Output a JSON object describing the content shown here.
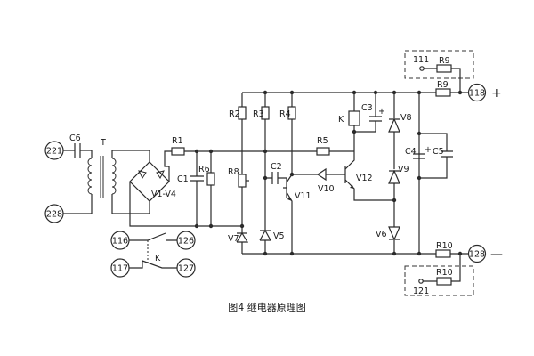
{
  "caption": "图4  继电器原理图",
  "terminals": {
    "t221": "221",
    "t228": "228",
    "t116": "116",
    "t126": "126",
    "t117": "117",
    "t127": "127",
    "t118": "118",
    "t128": "128",
    "t111": "111",
    "t121": "121"
  },
  "signs": {
    "plus": "+",
    "minus": "—"
  },
  "components": {
    "C6": "C6",
    "T": "T",
    "V1V4": "V1-V4",
    "R1": "R1",
    "C1": "C1",
    "R6": "R6",
    "R2": "R2",
    "R8": "R8",
    "V7": "V7",
    "R3": "R3",
    "R4": "R4",
    "C2": "C2",
    "V5": "V5",
    "V11": "V11",
    "R5": "R5",
    "K": "K",
    "C3": "C3",
    "C3plus": "+",
    "V10": "V10",
    "V12": "V12",
    "V8": "V8",
    "V9": "V9",
    "V6": "V6",
    "C4": "C4",
    "C4plus": "+",
    "C5": "C5",
    "R9a": "R9",
    "R9b": "R9",
    "R10a": "R10",
    "R10b": "R10",
    "Kswitch": "K"
  }
}
